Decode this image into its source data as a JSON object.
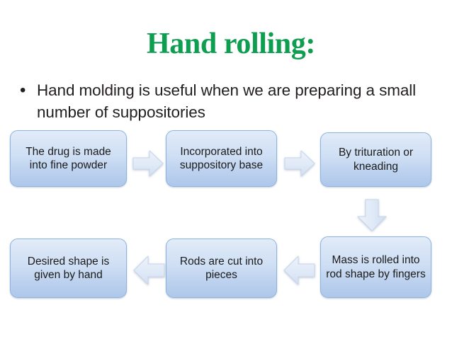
{
  "slide": {
    "title": "Hand rolling:",
    "title_color": "#0e9e50",
    "background_color": "#ffffff",
    "bullet": {
      "marker": "•",
      "text": "Hand molding is useful when we are preparing a small number of suppositories"
    }
  },
  "flowchart": {
    "box_fill_top": "#e3ecf9",
    "box_fill_bottom": "#aec7ea",
    "box_border_color": "#8eb4de",
    "arrow_fill": "#dde7f6",
    "arrow_border_color": "#c3d4ec",
    "steps": [
      {
        "id": "fine-powder",
        "label": "The drug is made into fine powder"
      },
      {
        "id": "incorporated",
        "label": "Incorporated into suppository base"
      },
      {
        "id": "trituration",
        "label": "By trituration or kneading"
      },
      {
        "id": "mass-rolled",
        "label": "Mass is rolled into rod shape by fingers"
      },
      {
        "id": "rods-cut",
        "label": "Rods are cut into pieces"
      },
      {
        "id": "desired-shape",
        "label": "Desired shape is given by hand"
      }
    ],
    "connectors": [
      {
        "id": "arrow-1",
        "direction": "right"
      },
      {
        "id": "arrow-2",
        "direction": "right"
      },
      {
        "id": "arrow-3",
        "direction": "down"
      },
      {
        "id": "arrow-4",
        "direction": "left"
      },
      {
        "id": "arrow-5",
        "direction": "left"
      }
    ]
  }
}
